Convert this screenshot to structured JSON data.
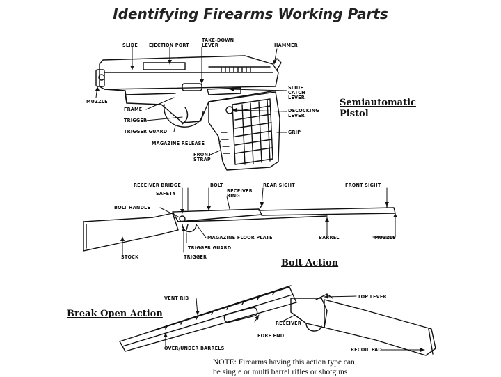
{
  "title": "Identifying Firearms Working Parts",
  "pistol": {
    "heading_line1": "Semiautomatic",
    "heading_line2": "Pistol",
    "labels": {
      "slide": "SLIDE",
      "ejection_port": "EJECTION PORT",
      "takedown_1": "TAKE-DOWN",
      "takedown_2": "LEVER",
      "hammer": "HAMMER",
      "slide_catch_1": "SLIDE",
      "slide_catch_2": "CATCH",
      "slide_catch_3": "LEVER",
      "muzzle": "MUZZLE",
      "frame": "FRAME",
      "trigger": "TRIGGER",
      "trigger_guard": "TRIGGER GUARD",
      "decocking_1": "DECOCKING",
      "decocking_2": "LEVER",
      "grip": "GRIP",
      "magazine_release": "MAGAZINE RELEASE",
      "front_strap_1": "FRONT",
      "front_strap_2": "STRAP"
    }
  },
  "bolt": {
    "heading": "Bolt Action",
    "labels": {
      "receiver_bridge": "RECEIVER BRIDGE",
      "bolt": "BOLT",
      "receiver_ring_1": "RECEIVER",
      "receiver_ring_2": "RING",
      "rear_sight": "REAR SIGHT",
      "front_sight": "FRONT SIGHT",
      "safety": "SAFETY",
      "bolt_handle": "BOLT HANDLE",
      "magazine_floor_plate": "MAGAZINE FLOOR PLATE",
      "barrel": "BARREL",
      "muzzle": "MUZZLE",
      "trigger_guard": "TRIGGER GUARD",
      "stock": "STOCK",
      "trigger": "TRIGGER"
    }
  },
  "break": {
    "heading": "Break Open Action",
    "labels": {
      "vent_rib": "VENT RIB",
      "top_lever": "TOP LEVER",
      "receiver": "RECEIVER",
      "fore_end": "FORE END",
      "over_under": "OVER/UNDER BARRELS",
      "recoil_pad": "RECOIL PAD"
    }
  },
  "note": {
    "line1": "NOTE:  Firearms having this action type can",
    "line2": "be single or multi barrel rifles or shotguns"
  }
}
